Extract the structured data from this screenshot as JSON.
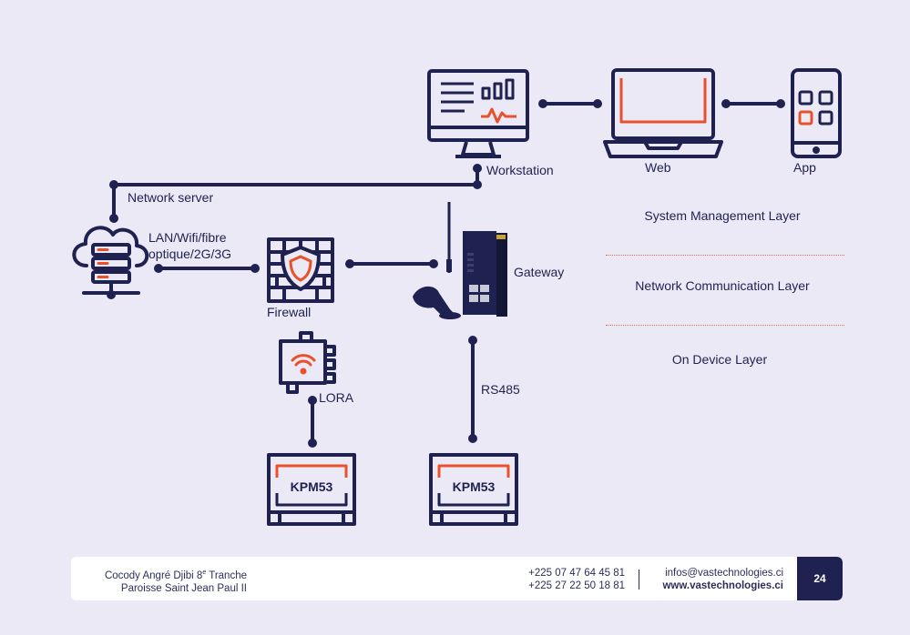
{
  "nodes": {
    "workstation": "Workstation",
    "web": "Web",
    "app": "App",
    "network_server": "Network server",
    "lan_label_line1": "LAN/Wifi/fibre",
    "lan_label_line2": "optique/2G/3G",
    "firewall": "Firewall",
    "gateway": "Gateway",
    "lora": "LORA",
    "rs485": "RS485",
    "kpm_left": "KPM53",
    "kpm_right": "KPM53"
  },
  "layers": {
    "system": "System Management Layer",
    "network": "Network Communication Layer",
    "device": "On Device Layer"
  },
  "footer": {
    "address_line1": "Cocody Angré Djibi 8",
    "address_sup": "e",
    "address_line1_end": " Tranche",
    "address_line2": "Paroisse Saint Jean Paul II",
    "phone1": "+225 07 47 64 45 81",
    "phone2": "+225 27 22 50 18 81",
    "email": "infos@vastechnologies.ci",
    "website": "www.vastechnologies.ci",
    "page_number": "24"
  },
  "colors": {
    "navy": "#1f2150",
    "accent": "#e8512a",
    "background": "#ebe9f5"
  }
}
